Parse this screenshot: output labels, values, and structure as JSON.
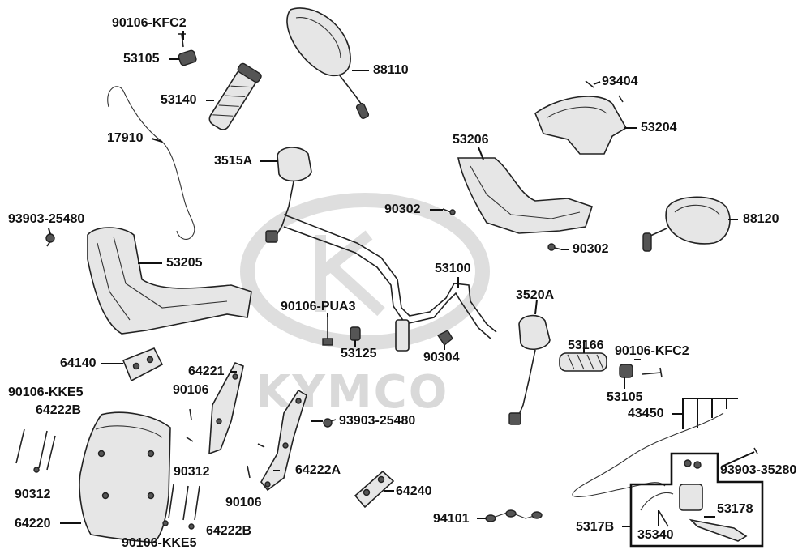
{
  "watermark": {
    "text": "KYMCO"
  },
  "labels": {
    "p90106_kfc2_top": "90106-KFC2",
    "p53105_top": "53105",
    "p53140": "53140",
    "p88110": "88110",
    "p93404": "93404",
    "p53204": "53204",
    "p17910": "17910",
    "p3515a": "3515A",
    "p53206": "53206",
    "p93903_25480_left": "93903-25480",
    "p90302_a": "90302",
    "p88120": "88120",
    "p90302_b": "90302",
    "p53205": "53205",
    "p53100": "53100",
    "p3520a": "3520A",
    "p90106_pua3": "90106-PUA3",
    "p53125": "53125",
    "p90304": "90304",
    "p53166": "53166",
    "p90106_kfc2_right": "90106-KFC2",
    "p64140": "64140",
    "p64221": "64221",
    "p53105_right": "53105",
    "p90106_kke5_top": "90106-KKE5",
    "p90106_mid": "90106",
    "p43450": "43450",
    "p64222b_top": "64222B",
    "p93903_25480_mid": "93903-25480",
    "p64222a": "64222A",
    "p90312_left": "90312",
    "p90312_mid": "90312",
    "p93903_35280": "93903-35280",
    "p64240": "64240",
    "p90106_bottom": "90106",
    "p94101": "94101",
    "p53178": "53178",
    "p64220": "64220",
    "p64222b_bottom": "64222B",
    "p5317b": "5317B",
    "p35340": "35340",
    "p90106_kke5_bottom": "90106-KKE5"
  }
}
